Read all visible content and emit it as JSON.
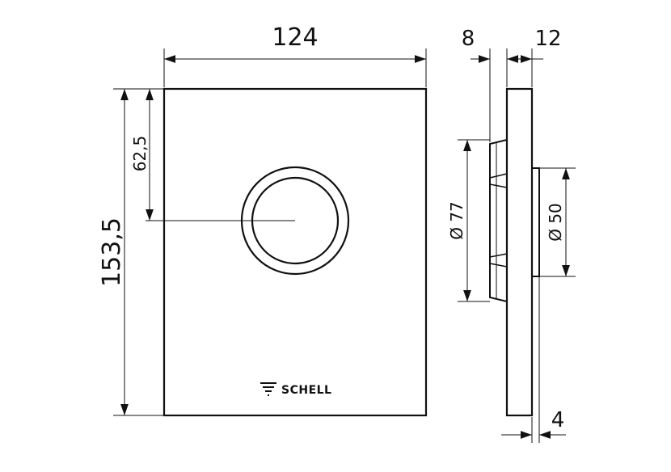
{
  "drawing": {
    "front_view": {
      "width_label": "124",
      "height_label": "153,5",
      "center_height_label": "62,5",
      "brand_label": "SCHELL"
    },
    "side_view": {
      "depth_label": "8",
      "plate_thickness_label": "12",
      "outer_diameter_label": "Ø 77",
      "inner_diameter_label": "Ø 50",
      "bottom_offset_label": "4"
    }
  }
}
